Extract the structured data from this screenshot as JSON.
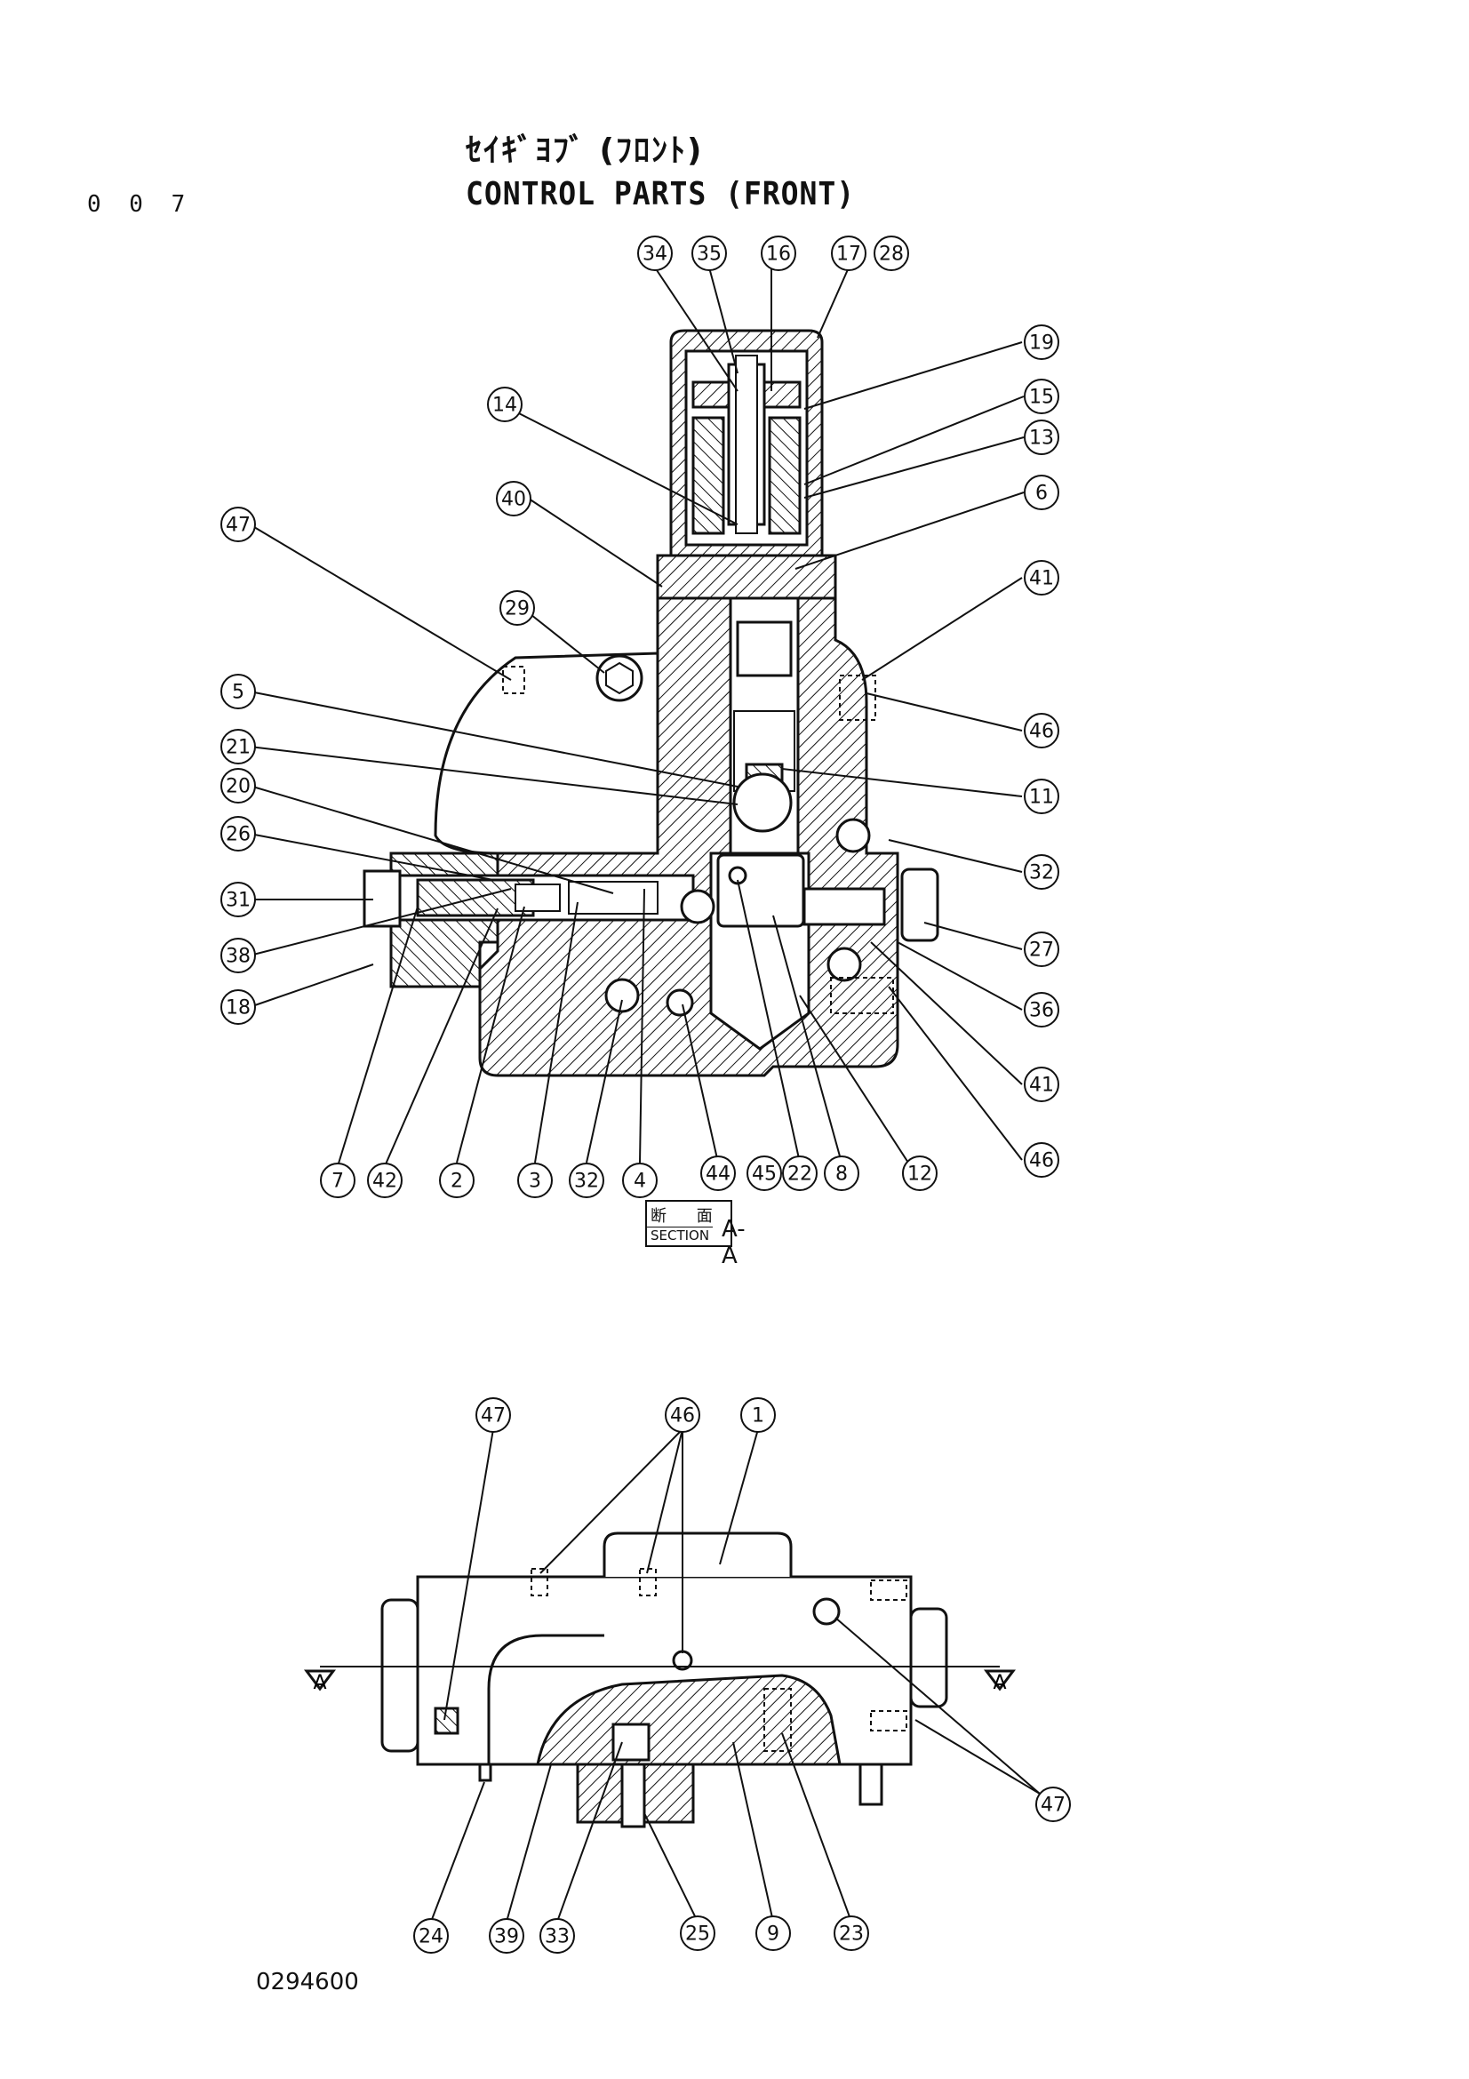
{
  "page": {
    "page_number": "0 0 7",
    "title_jp": "ｾｲｷﾞﾖﾌﾞ (ﾌﾛﾝﾄ)",
    "title_en": "CONTROL PARTS (FRONT)",
    "drawing_number": "0294600"
  },
  "section_label": {
    "jp": "断 面",
    "en": "SECTION",
    "view": "A-A"
  },
  "section_arrow_label": "A",
  "callouts_top": [
    "34",
    "35",
    "16",
    "17",
    "28",
    "19",
    "15",
    "13",
    "6",
    "14",
    "40",
    "47",
    "29",
    "41",
    "46",
    "5",
    "21",
    "11",
    "20",
    "26",
    "32",
    "31",
    "27",
    "38",
    "36",
    "18",
    "41",
    "46",
    "7",
    "42",
    "2",
    "3",
    "32",
    "4",
    "44",
    "45",
    "22",
    "8",
    "12"
  ],
  "callouts_bottom": [
    "47",
    "46",
    "1",
    "47",
    "24",
    "39",
    "33",
    "25",
    "9",
    "23"
  ]
}
